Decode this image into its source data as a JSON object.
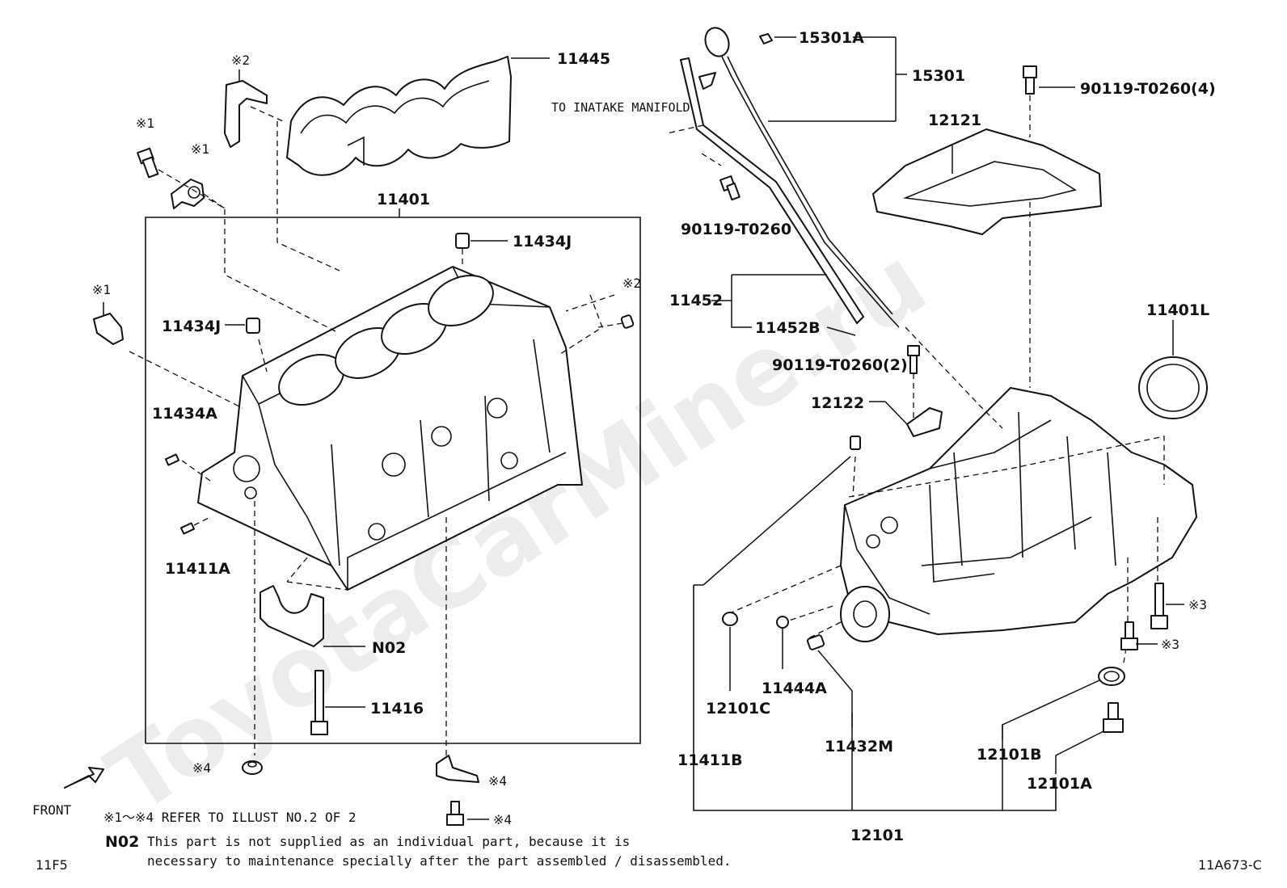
{
  "watermark": "ToyotaCarMine.ru",
  "labels": {
    "l11445": "11445",
    "l11401": "11401",
    "l11434J_a": "11434J",
    "l11434J_b": "11434J",
    "l11434A": "11434A",
    "l11411A": "11411A",
    "lN02": "N02",
    "l11416": "11416",
    "l15301A": "15301A",
    "l15301": "15301",
    "l_to_manifold": "TO INATAKE MANIFOLD",
    "l90119_T0260": "90119-T0260",
    "l90119_T0260_4": "90119-T0260(4)",
    "l12121": "12121",
    "l11452": "11452",
    "l11452B": "11452B",
    "l11401L": "11401L",
    "l90119_T0260_2": "90119-T0260(2)",
    "l12122": "12122",
    "l12101C": "12101C",
    "l11444A": "11444A",
    "l11432M": "11432M",
    "l11411B": "11411B",
    "l12101B": "12101B",
    "l12101A": "12101A",
    "l12101": "12101"
  },
  "refs": {
    "r1a": "※1",
    "r1b": "※1",
    "r1c": "※1",
    "r2a": "※2",
    "r2b": "※2",
    "r3a": "※3",
    "r3b": "※3",
    "r4a": "※4",
    "r4b": "※4",
    "r4c": "※4"
  },
  "footer": {
    "front": "FRONT",
    "refer_note": "※1～※4 REFER TO ILLUST NO.2 OF 2",
    "n02_code": "N02",
    "n02_line1": "This part is not supplied as an individual part, because it is",
    "n02_line2": "necessary to maintenance specially after the part assembled / disassembled.",
    "page_code": "11F5",
    "illust_code": "11A673-C"
  }
}
